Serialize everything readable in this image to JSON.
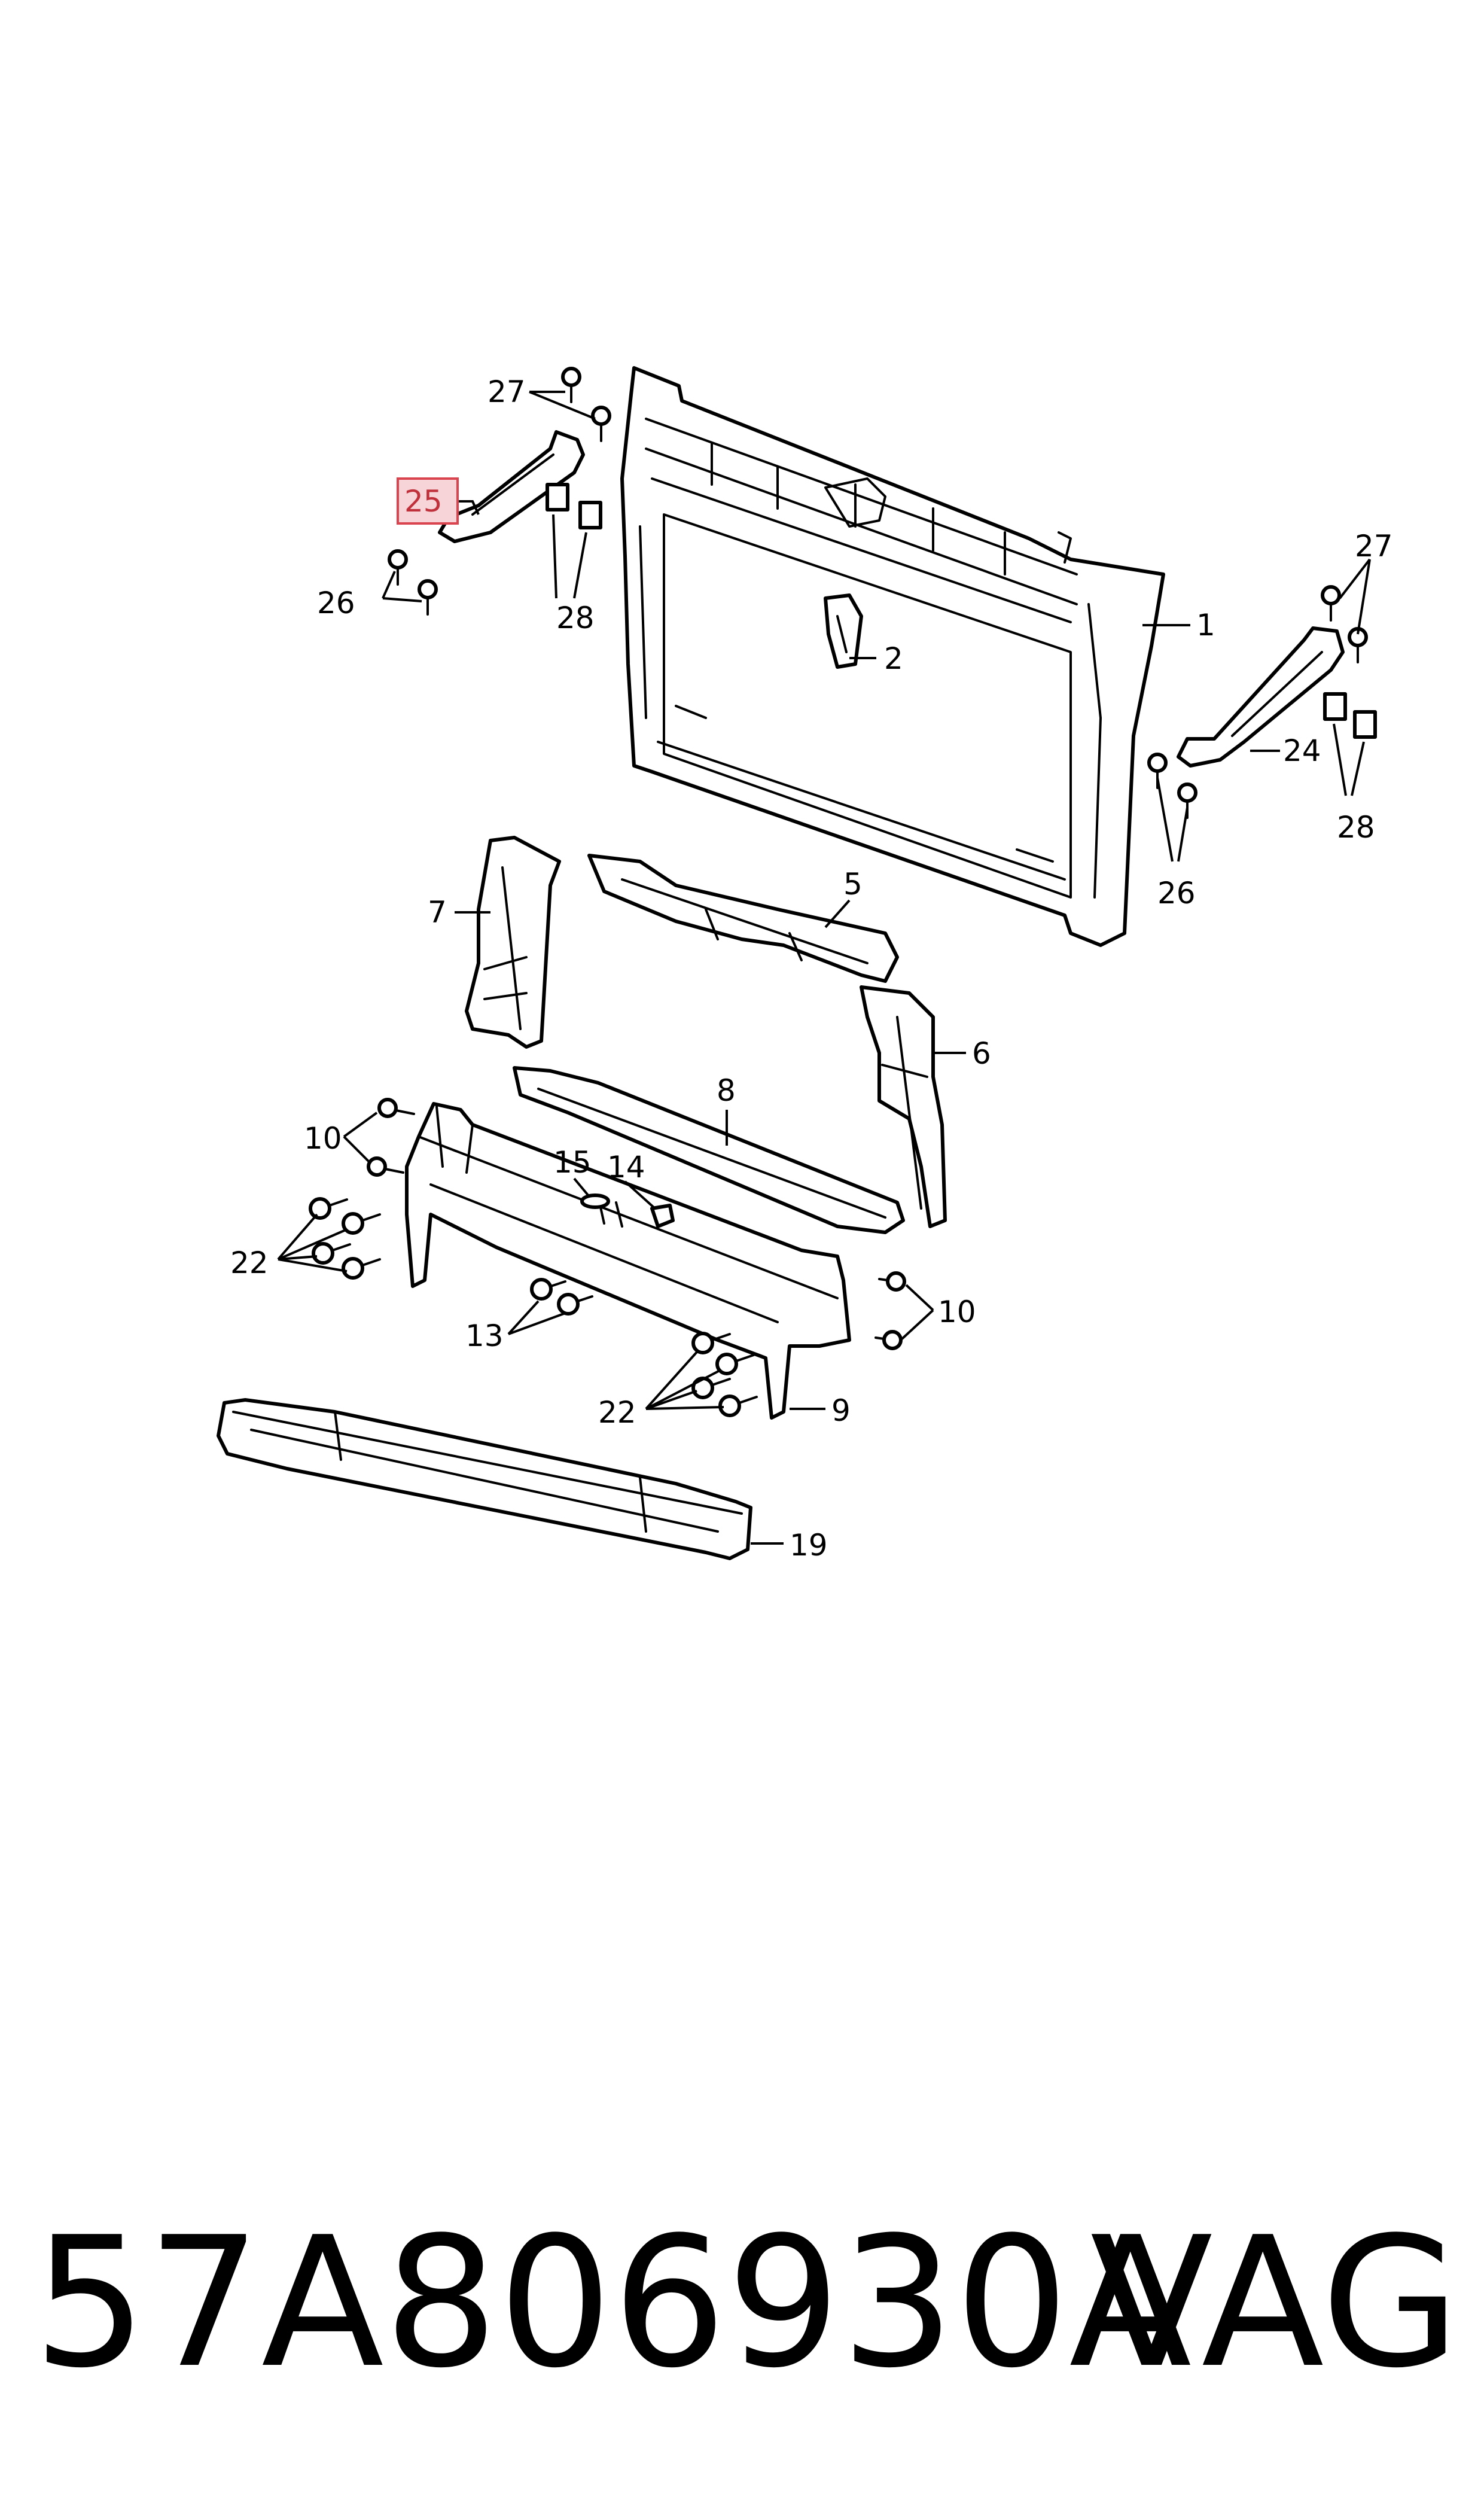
{
  "callouts": {
    "c1": "1",
    "c2": "2",
    "c5": "5",
    "c6": "6",
    "c7": "7",
    "c8": "8",
    "c9": "9",
    "c10_left": "10",
    "c10_right": "10",
    "c13": "13",
    "c14": "14",
    "c15": "15",
    "c19": "19",
    "c22_left": "22",
    "c22_right": "22",
    "c24": "24",
    "c25": "25",
    "c26_left": "26",
    "c26_right": "26",
    "c27_left": "27",
    "c27_right": "27",
    "c28_left": "28",
    "c28_right": "28"
  },
  "highlighted_callout": "25",
  "colors": {
    "highlight_fill": "#f6d4d8",
    "highlight_stroke": "#d9444f",
    "line": "#000000"
  },
  "footer": {
    "part_number": "57A806930A",
    "brand": "VAG"
  }
}
